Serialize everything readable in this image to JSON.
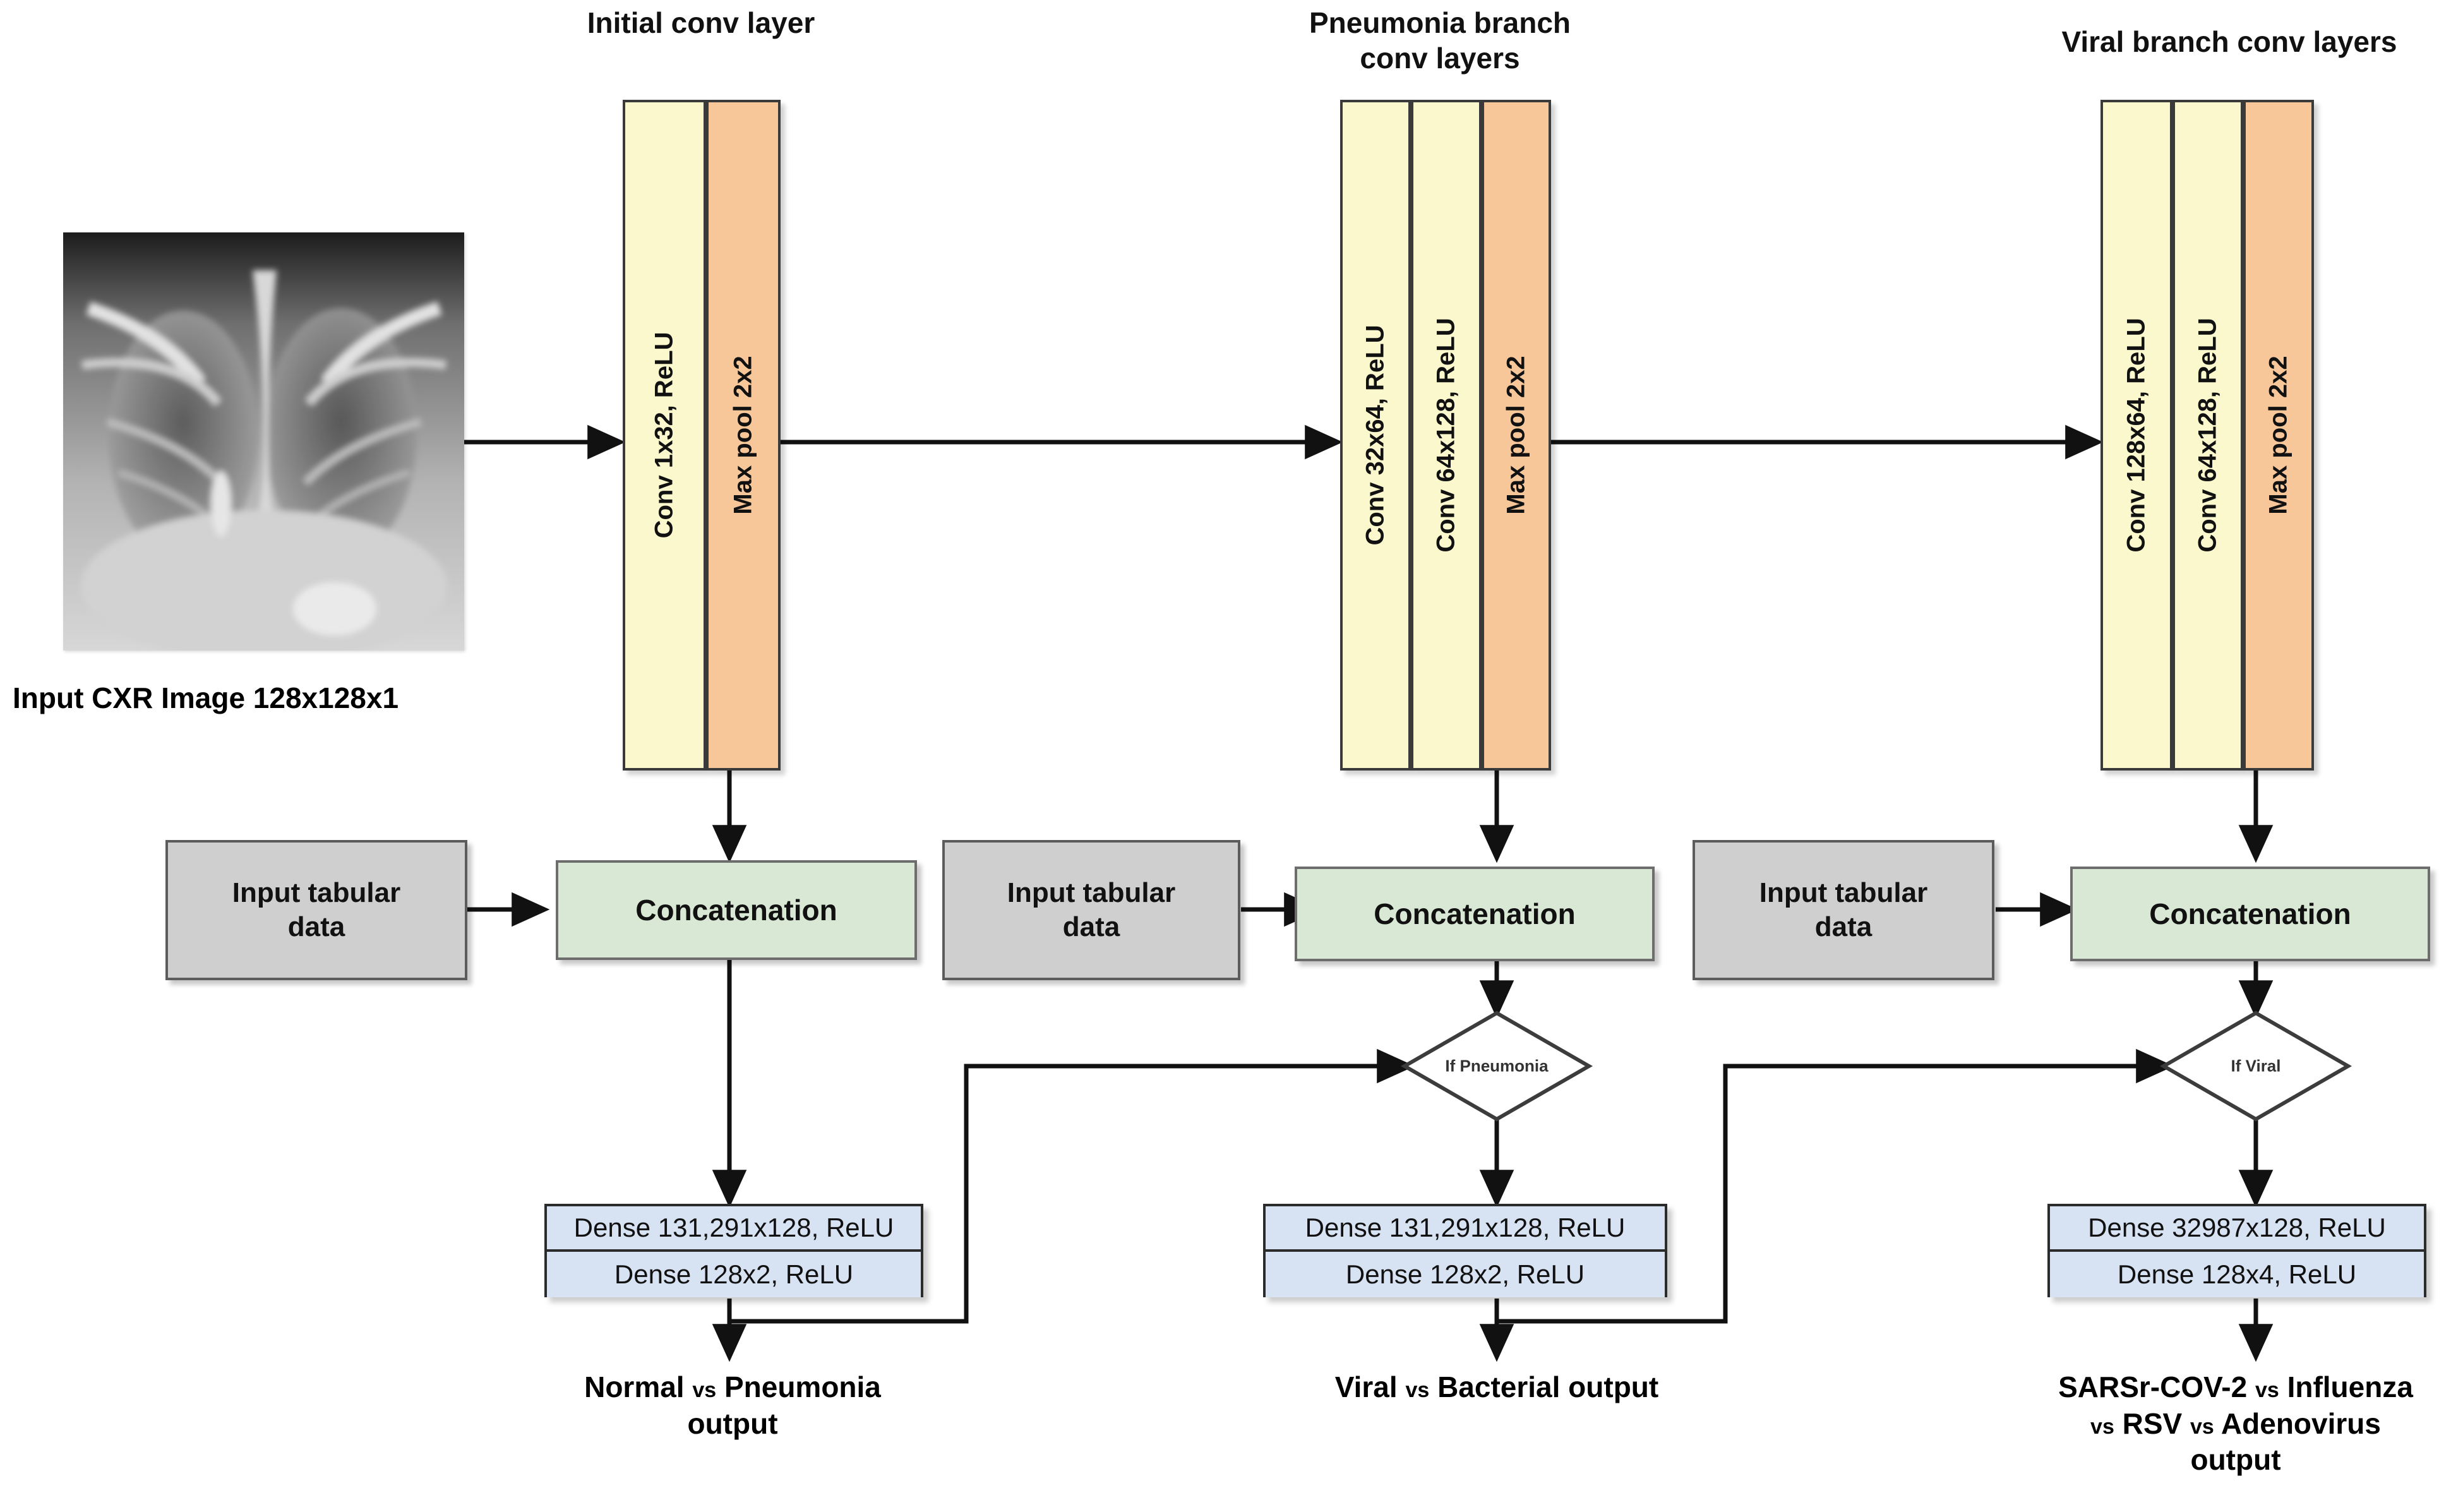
{
  "headers": [
    {
      "id": "initial",
      "text": "Initial conv layer"
    },
    {
      "id": "pneumonia",
      "line1": "Pneumonia branch",
      "line2": "conv layers"
    },
    {
      "id": "viral",
      "text": "Viral branch conv layers"
    }
  ],
  "input_image": {
    "caption": "Input CXR Image 128x128x1",
    "alt": "chest x-ray"
  },
  "stages": [
    {
      "id": "initial",
      "bars": [
        {
          "kind": "conv",
          "label": "Conv 1x32, ReLU"
        },
        {
          "kind": "pool",
          "label": "Max pool 2x2"
        }
      ]
    },
    {
      "id": "pneumonia",
      "bars": [
        {
          "kind": "conv",
          "label": "Conv 32x64, ReLU"
        },
        {
          "kind": "conv",
          "label": "Conv 64x128, ReLU"
        },
        {
          "kind": "pool",
          "label": "Max pool 2x2"
        }
      ]
    },
    {
      "id": "viral",
      "bars": [
        {
          "kind": "conv",
          "label": "Conv 128x64, ReLU"
        },
        {
          "kind": "conv",
          "label": "Conv 64x128, ReLU"
        },
        {
          "kind": "pool",
          "label": "Max pool 2x2"
        }
      ]
    }
  ],
  "tabular": [
    {
      "id": "t1",
      "line1": "Input tabular",
      "line2": "data"
    },
    {
      "id": "t2",
      "line1": "Input tabular",
      "line2": "data"
    },
    {
      "id": "t3",
      "line1": "Input tabular",
      "line2": "data"
    }
  ],
  "concat": [
    {
      "id": "c1",
      "label": "Concatenation"
    },
    {
      "id": "c2",
      "label": "Concatenation"
    },
    {
      "id": "c3",
      "label": "Concatenation"
    }
  ],
  "decisions": [
    {
      "id": "d1",
      "label": "If Pneumonia"
    },
    {
      "id": "d2",
      "label": "If Viral"
    }
  ],
  "dense": [
    {
      "id": "dense1",
      "top": "Dense 131,291x128, ReLU",
      "bottom": "Dense 128x2, ReLU"
    },
    {
      "id": "dense2",
      "top": "Dense 131,291x128, ReLU",
      "bottom": "Dense 128x2, ReLU"
    },
    {
      "id": "dense3",
      "top": "Dense 32987x128, ReLU",
      "bottom": "Dense 128x4, ReLU"
    }
  ],
  "outputs": [
    {
      "id": "o1",
      "l1a": "Normal",
      "l1vs": "vs",
      "l1b": "Pneumonia",
      "l2": "output"
    },
    {
      "id": "o2",
      "l1a": "Viral",
      "l1vs": "vs",
      "l1b": "Bacterial output"
    },
    {
      "id": "o3",
      "l1a": "SARSr-COV-2",
      "l1vs": "vs",
      "l1b": "Influenza",
      "l2vs1": "vs",
      "l2a": "RSV",
      "l2vs2": "vs",
      "l2b": "Adenovirus",
      "l3": "output"
    }
  ],
  "colors": {
    "conv_fill": "#fbf8cd",
    "pool_fill": "#f7c79a",
    "tabular_fill": "#cfcfcf",
    "concat_fill": "#d8e8d4",
    "dense_fill": "#d7e2f2",
    "stroke": "#2b2b2b",
    "background": "#ffffff"
  }
}
